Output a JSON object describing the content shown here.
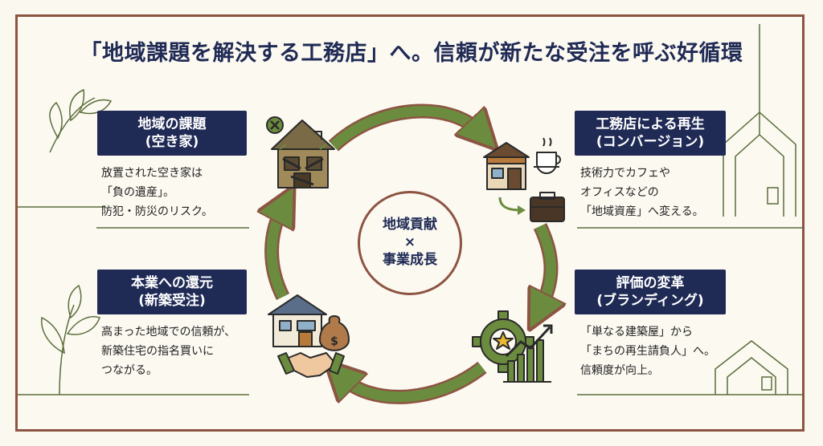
{
  "title": "「地域課題を解決する工務店」へ。信頼が新たな受注を呼ぶ好循環",
  "center": {
    "line1": "地域貢献",
    "line2": "×",
    "line3": "事業成長"
  },
  "steps": [
    {
      "label_line1": "地域の課題",
      "label_line2": "(空き家)",
      "desc": [
        "放置された空き家は",
        "「負の遺産」。",
        "防犯・防災のリスク。"
      ],
      "icon": "abandoned-house-icon"
    },
    {
      "label_line1": "工務店による再生",
      "label_line2": "(コンバージョン)",
      "desc": [
        "技術力でカフェや",
        "オフィスなどの",
        "「地域資産」へ変える。"
      ],
      "icon": "converted-shop-icon"
    },
    {
      "label_line1": "評価の変革",
      "label_line2": "(ブランディング)",
      "desc": [
        "「単なる建築屋」から",
        "「まちの再生請負人」へ。",
        "信頼度が向上。"
      ],
      "icon": "gear-growth-icon"
    },
    {
      "label_line1": "本業への還元",
      "label_line2": "(新築受注)",
      "desc": [
        "高まった地域での信頼が、",
        "新築住宅の指名買いに",
        "つながる。"
      ],
      "icon": "new-house-handshake-icon"
    }
  ],
  "colors": {
    "navy": "#1f2a55",
    "brown": "#8d5442",
    "green": "#6b8c3e",
    "background": "#fcf9f1"
  }
}
